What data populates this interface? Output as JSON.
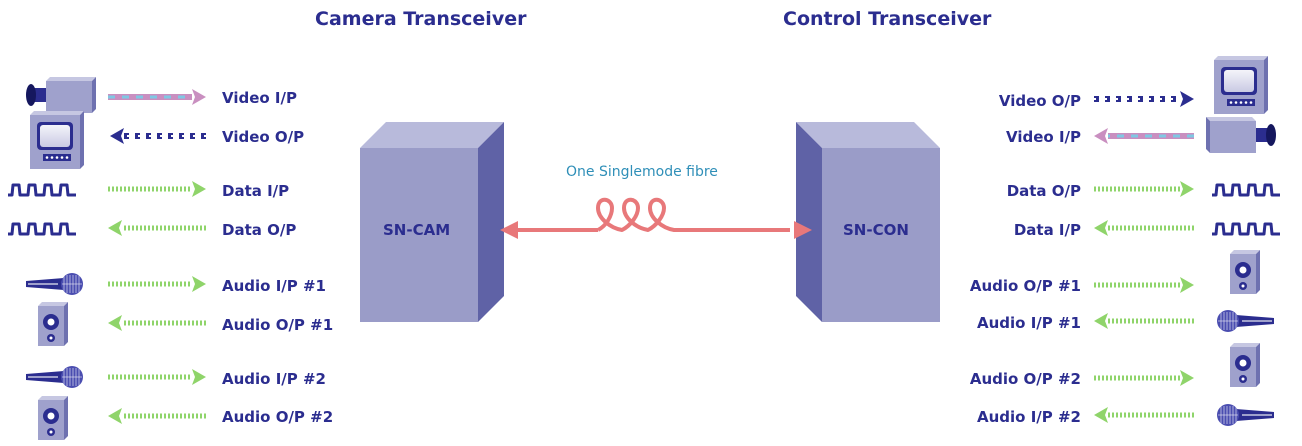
{
  "titles": {
    "left": "Camera Transceiver",
    "right": "Control Transceiver"
  },
  "units": {
    "left": "SN-CAM",
    "right": "SN-CON"
  },
  "fibre": {
    "label": "One Singlemode fibre"
  },
  "left_signals": [
    "Video I/P",
    "Video O/P",
    "Data I/P",
    "Data O/P",
    "Audio I/P #1",
    "Audio O/P #1",
    "Audio I/P #2",
    "Audio O/P #2"
  ],
  "right_signals": [
    "Video O/P",
    "Video I/P",
    "Data O/P",
    "Data I/P",
    "Audio O/P #1",
    "Audio I/P #1",
    "Audio O/P #2",
    "Audio I/P #2"
  ],
  "icons": {
    "left": [
      "video-camera-icon",
      "monitor-icon",
      "data-wave-icon",
      "data-wave-icon",
      "microphone-icon",
      "speaker-icon",
      "microphone-icon",
      "speaker-icon"
    ],
    "right": [
      "monitor-icon",
      "video-camera-icon",
      "data-wave-icon",
      "data-wave-icon",
      "speaker-icon",
      "microphone-icon",
      "speaker-icon",
      "microphone-icon"
    ]
  },
  "colors": {
    "text": "#2b2d8f",
    "box_front": "#9a9cc8",
    "box_side": "#5f62a6",
    "box_top": "#b8badb",
    "fibre": "#e8787a",
    "data_arrow": "#8fd46a",
    "video_arrow_pink": "#c98fc0",
    "video_arrow_blue": "#7ec8e3",
    "dark_arrow": "#2b2d8f",
    "fibre_label": "#2f8fb8"
  }
}
